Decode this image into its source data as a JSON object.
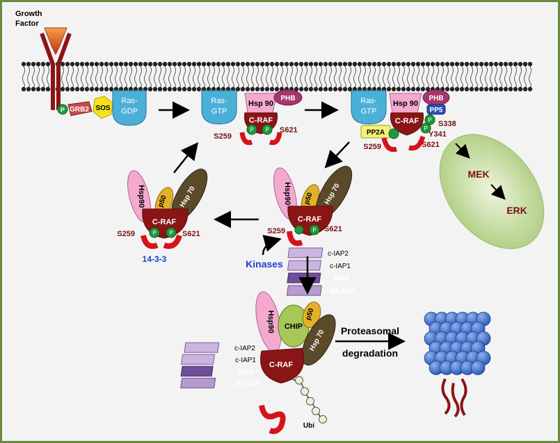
{
  "growth_factor": {
    "line1": "Growth",
    "line2": "Factor"
  },
  "proteins": {
    "grb2": "GRB2",
    "sos": "SOS",
    "p": "P",
    "ras": "Ras-",
    "gdp": "GDP",
    "gtp": "GTP",
    "hsp90": "Hsp 90",
    "hsp90_v": "Hsp90",
    "hsp70": "Hsp 70",
    "p50": "p50",
    "craf": "C-RAF",
    "phb": "PHB",
    "pp5": "PP5",
    "pp2a": "PP2A",
    "chip": "CHIP",
    "ubi": "Ubi",
    "ciap2": "c-IAP2",
    "ciap1": "c-IAP1",
    "xiap": "XIAP",
    "mliap": "ML-IAP"
  },
  "sites": {
    "s259": "S259",
    "s621": "S621",
    "s338": "S338",
    "y341": "Y341"
  },
  "labels": {
    "mek": "MEK",
    "erk": "ERK",
    "kinases": "Kinases",
    "fourteen33": "14-3-3",
    "proteasomal": "Proteasomal",
    "degradation": "degradation"
  },
  "colors": {
    "frame": "#6b8a3a",
    "craf": "#8b1515",
    "ras": "#4bb0d8",
    "hsp90": "#f4a9cf",
    "hsp70": "#5b4a2a",
    "p50": "#e2b12a",
    "phb": "#a8356e",
    "green_oval": "#b7d38a",
    "proteasome": "#3c6fc8",
    "iap": "#b79bcf",
    "kinases": "#1f3fcf",
    "fourteen33": "#1f3fcf"
  }
}
